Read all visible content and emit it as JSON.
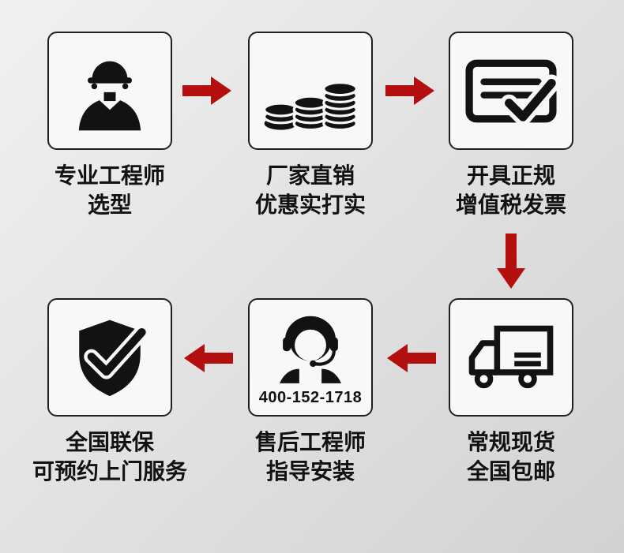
{
  "colors": {
    "accent": "#b40f0f",
    "ink": "#121212",
    "box-bg": "#f8f8f8",
    "box-border": "#1f1f1f",
    "page-bg-start": "#f1f1f1",
    "page-bg-end": "#d2d2d2"
  },
  "steps": [
    {
      "icon": "engineer-icon",
      "line1": "专业工程师",
      "line2": "选型"
    },
    {
      "icon": "coins-icon",
      "line1": "厂家直销",
      "line2": "优惠实打实"
    },
    {
      "icon": "invoice-check-icon",
      "line1": "开具正规",
      "line2": "增值税发票"
    },
    {
      "icon": "delivery-truck-icon",
      "line1": "常规现货",
      "line2": "全国包邮"
    },
    {
      "icon": "customer-service-icon",
      "phone": "400-152-1718",
      "line1": "售后工程师",
      "line2": "指导安装"
    },
    {
      "icon": "shield-check-icon",
      "line1": "全国联保",
      "line2": "可预约上门服务"
    }
  ]
}
